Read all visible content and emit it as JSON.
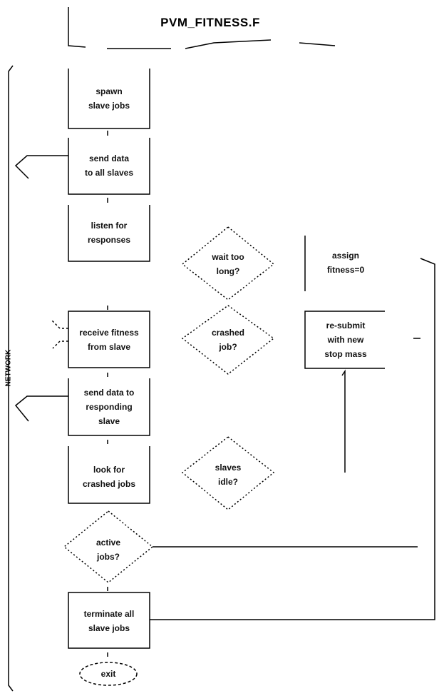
{
  "title": "PVM_FITNESS.F",
  "side_label": "NETWORK",
  "boxes": {
    "spawn": [
      "spawn",
      "slave jobs"
    ],
    "send_all": [
      "send data",
      "to all slaves"
    ],
    "listen": [
      "listen for",
      "responses"
    ],
    "receive": [
      "receive fitness",
      "from slave"
    ],
    "send_resp": [
      "send data to",
      "responding",
      "slave"
    ],
    "look": [
      "look for",
      "crashed jobs"
    ],
    "terminate": [
      "terminate all",
      "slave jobs"
    ],
    "assign": [
      "assign",
      "fitness=0"
    ],
    "resubmit": [
      "re-submit",
      "with new",
      "stop mass"
    ]
  },
  "decisions": {
    "wait": [
      "wait too",
      "long?"
    ],
    "crashed": [
      "crashed",
      "job?"
    ],
    "slaves": [
      "slaves",
      "idle?"
    ],
    "active": [
      "active",
      "jobs?"
    ]
  },
  "terminal": "exit"
}
